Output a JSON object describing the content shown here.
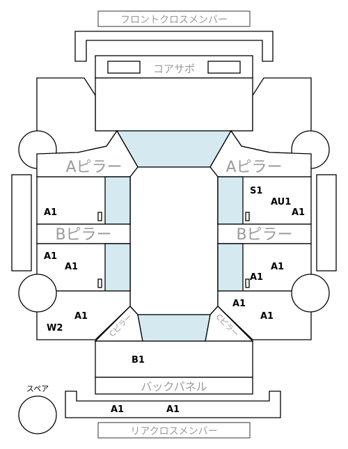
{
  "labels": {
    "front_cross_member": "フロントクロスメンバー",
    "core_support": "コアサポ",
    "a_pillar_left": "Aピラー",
    "a_pillar_right": "Aピラー",
    "b_pillar_left": "Bピラー",
    "b_pillar_right": "Bピラー",
    "back_panel": "バックパネル",
    "rear_cross_member": "リアクロスメンバー",
    "spare": "スペア",
    "c_pillar_left": "Cピラー",
    "c_pillar_right": "Cピラー"
  },
  "codes": {
    "front_left_door": "A1",
    "right_front_s1": "S1",
    "right_front_au1": "AU1",
    "right_front_a1": "A1",
    "rear_left_door_1": "A1",
    "rear_left_door_2": "A1",
    "rear_right_door": "A1",
    "rear_right_lower": "A1",
    "rear_left_quarter_a1": "A1",
    "rear_left_quarter_w2": "W2",
    "rear_right_quarter_1": "A1",
    "rear_right_quarter_2": "A1",
    "trunk": "B1",
    "rear_member_1": "A1",
    "rear_member_2": "A1"
  }
}
